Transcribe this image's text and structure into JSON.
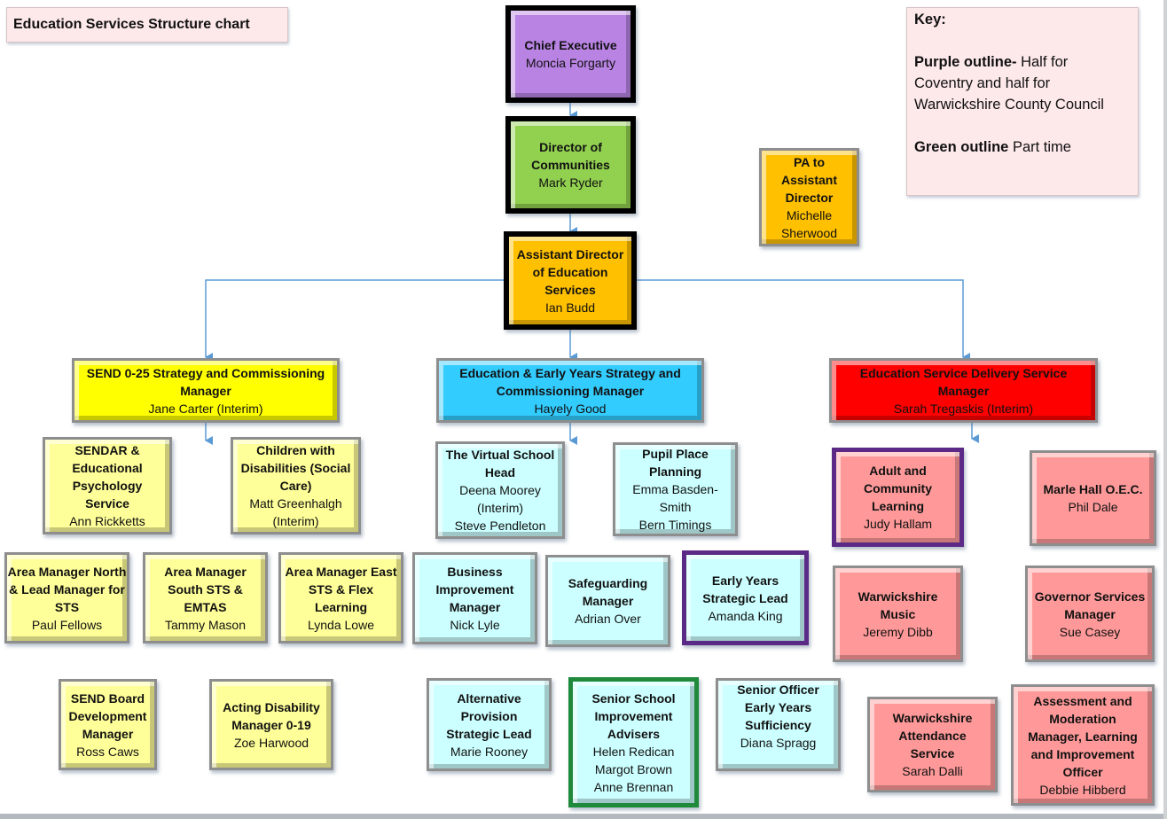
{
  "title": "Education Services Structure chart",
  "key": {
    "heading": "Key:",
    "purple_label": "Purple outline-",
    "purple_text_1": " Half for",
    "purple_text_2": "Coventry and half for",
    "purple_text_3": "Warwickshire County Council",
    "green_label": "Green outline",
    "green_text": " Part time"
  },
  "colors": {
    "connector": "#5b9bd5",
    "purple_outline": "#5b2a86",
    "green_outline": "#1f8a3b"
  },
  "nodes": {
    "chief_executive": {
      "role": "Chief Executive",
      "names": [
        "Moncia Forgarty"
      ]
    },
    "director_communities": {
      "role": "Director of Communities",
      "names": [
        "Mark Ryder"
      ]
    },
    "assistant_director": {
      "role": "Assistant Director of Education Services",
      "names": [
        "Ian Budd"
      ]
    },
    "pa_assistant_director": {
      "role": "PA to Assistant Director",
      "names": [
        "Michelle Sherwood"
      ]
    },
    "send_manager": {
      "role": "SEND 0-25 Strategy and Commissioning Manager",
      "names": [
        "Jane Carter (Interim)"
      ]
    },
    "eey_manager": {
      "role": "Education & Early Years Strategy and Commissioning Manager",
      "names": [
        "Hayely Good"
      ]
    },
    "esd_manager": {
      "role": "Education Service Delivery Service Manager",
      "names": [
        "Sarah Tregaskis (Interim)"
      ]
    },
    "sendar": {
      "role": "SENDAR & Educational Psychology Service",
      "names": [
        "Ann Rickketts"
      ]
    },
    "children_disabilities": {
      "role": "Children with Disabilities (Social Care)",
      "names": [
        "Matt Greenhalgh (Interim)"
      ]
    },
    "area_north": {
      "role": "Area Manager North & Lead Manager for STS",
      "names": [
        "Paul Fellows"
      ]
    },
    "area_south": {
      "role": "Area Manager South STS & EMTAS",
      "names": [
        "Tammy Mason"
      ]
    },
    "area_east": {
      "role": "Area Manager East STS & Flex Learning",
      "names": [
        "Lynda Lowe"
      ]
    },
    "send_board": {
      "role": "SEND Board Development Manager",
      "names": [
        "Ross Caws"
      ]
    },
    "acting_disability": {
      "role": "Acting Disability Manager 0-19",
      "names": [
        "Zoe Harwood"
      ]
    },
    "virtual_school": {
      "role": "The Virtual School Head",
      "names": [
        "Deena Moorey (Interim)",
        "Steve Pendleton"
      ]
    },
    "pupil_place": {
      "role": "Pupil Place Planning",
      "names": [
        "Emma Basden-Smith",
        "Bern Timings"
      ]
    },
    "business_improvement": {
      "role": "Business Improvement Manager",
      "names": [
        "Nick Lyle"
      ]
    },
    "safeguarding": {
      "role": "Safeguarding Manager",
      "names": [
        "Adrian Over"
      ]
    },
    "early_years_lead": {
      "role": "Early Years Strategic Lead",
      "names": [
        "Amanda King"
      ]
    },
    "alternative_provision": {
      "role": "Alternative Provision Strategic Lead",
      "names": [
        "Marie Rooney"
      ]
    },
    "senior_school_improvement": {
      "role": "Senior School Improvement Advisers",
      "names": [
        "Helen Redican",
        "Margot Brown",
        "Anne Brennan"
      ]
    },
    "senior_officer_ey": {
      "role": "Senior Officer Early Years Sufficiency",
      "names": [
        "Diana Spragg"
      ]
    },
    "adult_community": {
      "role": "Adult and Community Learning",
      "names": [
        "Judy Hallam"
      ]
    },
    "marle_hall": {
      "role": "Marle Hall O.E.C.",
      "names": [
        "Phil Dale"
      ]
    },
    "warwickshire_music": {
      "role": "Warwickshire Music",
      "names": [
        "Jeremy Dibb"
      ]
    },
    "governor_services": {
      "role": "Governor Services Manager",
      "names": [
        "Sue Casey"
      ]
    },
    "attendance_service": {
      "role": "Warwickshire Attendance Service",
      "names": [
        "Sarah Dalli"
      ]
    },
    "assessment_moderation": {
      "role": "Assessment and Moderation Manager, Learning and Improvement Officer",
      "names": [
        "Debbie Hibberd"
      ]
    }
  }
}
